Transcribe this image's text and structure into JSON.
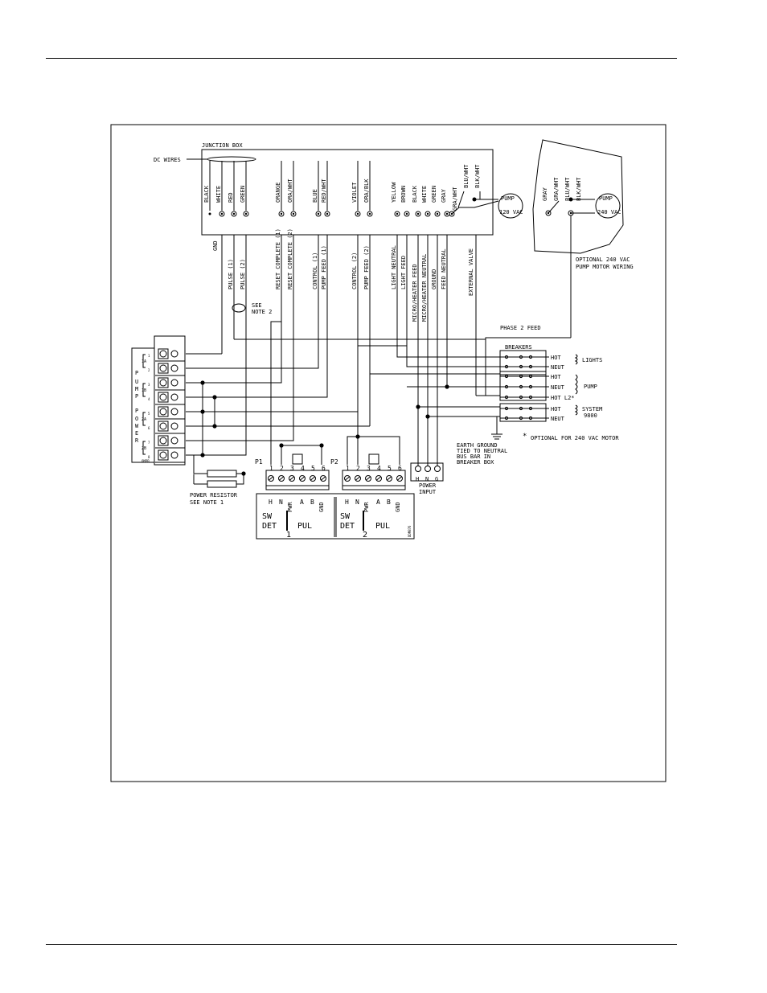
{
  "junction_box": {
    "title": "JUNCTION BOX",
    "dc_wires": "DC WIRES",
    "left_colors": [
      "BLACK",
      "WHITE",
      "RED",
      "GREEN",
      "ORANGE",
      "ORA/WHT",
      "BLUE",
      "RED/WHT",
      "VIOLET",
      "ORA/BLK"
    ],
    "right_colors": [
      "YELLOW",
      "BROWN",
      "BLACK",
      "WHITE",
      "GREEN",
      "GRAY",
      "GRA/WHT",
      "BLU/WHT",
      "BLK/WHT"
    ],
    "left_functions": [
      "GND",
      "PULSE (1)",
      "PULSE (2)",
      "RESET COMPLETE (1)",
      "RESET COMPLETE (2)",
      "CONTROL (1)",
      "PUMP FEED (1)",
      "CONTROL (2)",
      "PUMP FEED (2)"
    ],
    "right_functions": [
      "LIGHT NEUTRAL",
      "LIGHT FEED",
      "MICRO/HEATER FEED",
      "MICRO/HEATER NEUTRAL",
      "GROUND",
      "FEED NEUTRAL",
      "EXTERNAL VALVE"
    ],
    "pump": "PUMP",
    "pump_voltage": "120 VAC"
  },
  "optional_box": {
    "colors": [
      "GRAY",
      "GRA/WHT",
      "BLU/WHT",
      "BLK/WHT"
    ],
    "pump": "PUMP",
    "pump_voltage": "240 VAC",
    "caption_1": "OPTIONAL 240 VAC",
    "caption_2": "PUMP MOTOR WIRING"
  },
  "notes": {
    "see_note_2_a": "SEE",
    "see_note_2_b": "NOTE 2",
    "phase_2_feed": "PHASE 2 FEED",
    "breakers": "BREAKERS",
    "optional_240": "OPTIONAL FOR 240 VAC MOTOR",
    "asterisk": "*",
    "earth_1": "EARTH GROUND",
    "earth_2": "TIED TO NEUTRAL",
    "earth_3": "BUS BAR IN",
    "earth_4": "BREAKER BOX",
    "power_input_1": "POWER",
    "power_input_2": "INPUT",
    "power_resistor_1": "POWER RESISTOR",
    "power_resistor_2": "SEE NOTE 1"
  },
  "breaker_lines": [
    "HOT",
    "NEUT",
    "HOT",
    "NEUT",
    "HOT L2*",
    "HOT",
    "NEUT"
  ],
  "breaker_groups": [
    "LIGHTS",
    "PUMP",
    "SYSTEM",
    "9800"
  ],
  "pump_power_strip": {
    "side_letters": [
      "P",
      "U",
      "M",
      "P",
      "P",
      "O",
      "W",
      "E",
      "R"
    ],
    "group_labels": [
      "1A",
      "1B",
      "2A",
      "2B"
    ],
    "terminal_numbers": [
      "1",
      "2",
      "3",
      "4",
      "5",
      "6",
      "7",
      "8"
    ],
    "corner_code": "OMPB"
  },
  "connectors": {
    "p1": "P1",
    "p2": "P2",
    "pins": [
      "1",
      "2",
      "3",
      "4",
      "5",
      "6"
    ],
    "module_labels": [
      "H",
      "N",
      "PWR",
      "A",
      "B",
      "GND"
    ],
    "sw": "SW",
    "det": "DET",
    "pul": "PUL",
    "det_1": "1",
    "det_2": "2",
    "corner_code": "DDM876"
  },
  "power_input_terminals": [
    "H",
    "N",
    "G"
  ]
}
